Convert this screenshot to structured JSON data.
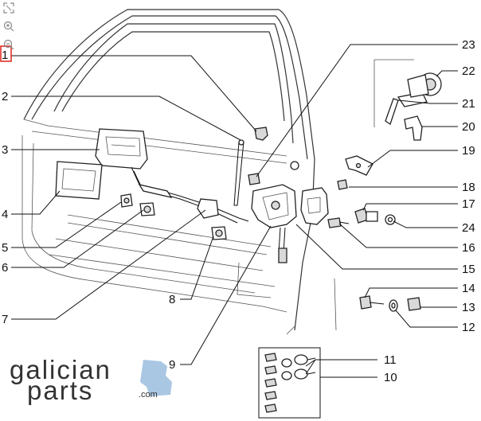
{
  "callouts": [
    {
      "id": "1",
      "label": "1"
    },
    {
      "id": "2",
      "label": "2"
    },
    {
      "id": "3",
      "label": "3"
    },
    {
      "id": "4",
      "label": "4"
    },
    {
      "id": "5",
      "label": "5"
    },
    {
      "id": "6",
      "label": "6"
    },
    {
      "id": "7",
      "label": "7"
    },
    {
      "id": "8",
      "label": "8"
    },
    {
      "id": "9",
      "label": "9"
    },
    {
      "id": "10",
      "label": "10"
    },
    {
      "id": "11",
      "label": "11"
    },
    {
      "id": "12",
      "label": "12"
    },
    {
      "id": "13",
      "label": "13"
    },
    {
      "id": "14",
      "label": "14"
    },
    {
      "id": "15",
      "label": "15"
    },
    {
      "id": "16",
      "label": "16"
    },
    {
      "id": "17",
      "label": "17"
    },
    {
      "id": "18",
      "label": "18"
    },
    {
      "id": "19",
      "label": "19"
    },
    {
      "id": "20",
      "label": "20"
    },
    {
      "id": "21",
      "label": "21"
    },
    {
      "id": "22",
      "label": "22"
    },
    {
      "id": "23",
      "label": "23"
    },
    {
      "id": "24",
      "label": "24"
    }
  ],
  "selected_callout": "1",
  "logo": {
    "word1": "galician",
    "word2": "parts",
    "suffix": ".com"
  },
  "colors": {
    "selection": "#e0231b",
    "logo_accent": "#a9c7e3",
    "line": "#111111"
  },
  "tools": [
    {
      "name": "fullscreen-icon"
    },
    {
      "name": "zoom-in-icon"
    },
    {
      "name": "zoom-out-icon"
    }
  ]
}
